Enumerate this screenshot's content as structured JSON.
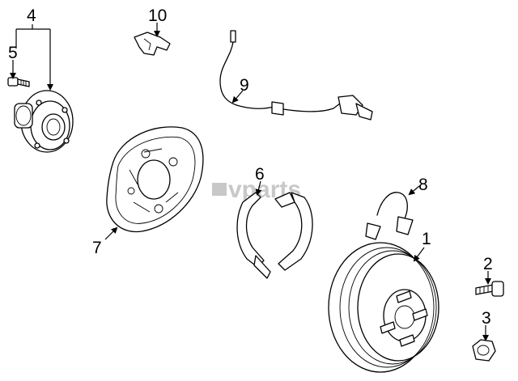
{
  "watermark": "vparts",
  "callouts": {
    "part_1": "1",
    "part_2": "2",
    "part_3": "3",
    "part_4": "4",
    "part_5": "5",
    "part_6": "6",
    "part_7": "7",
    "part_8": "8",
    "part_9": "9",
    "part_10": "10"
  }
}
